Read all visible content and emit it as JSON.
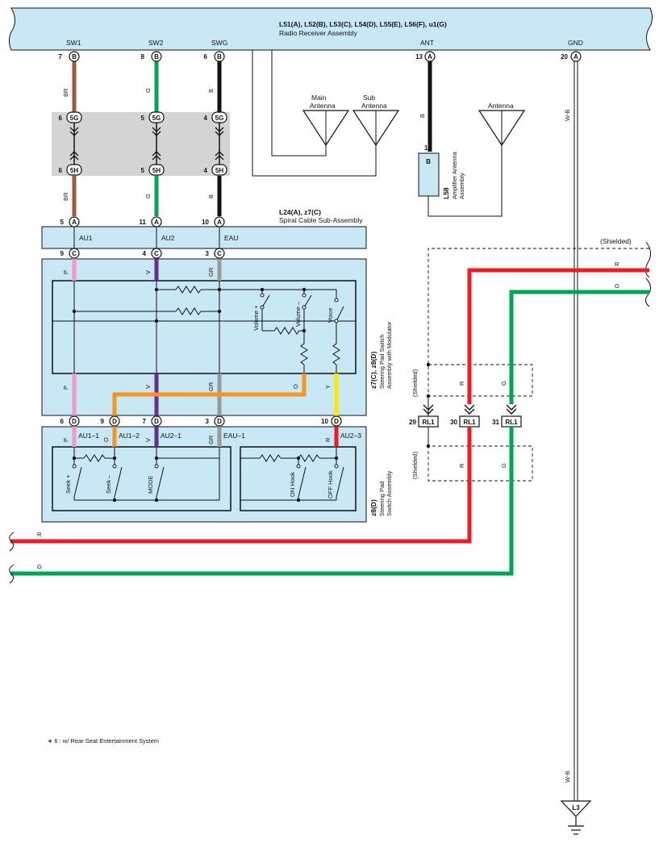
{
  "radio": {
    "connectors": "L51(A), L52(B), L53(C), L54(D), L55(E), L56(F), u1(G)",
    "name": "Radio Receiver Assembly",
    "terminals": [
      {
        "label": "SW1",
        "pin": "7",
        "conn": "B"
      },
      {
        "label": "SW2",
        "pin": "8",
        "conn": "B"
      },
      {
        "label": "SWG",
        "pin": "6",
        "conn": "B"
      },
      {
        "label": "ANT",
        "pin": "13",
        "conn": "A"
      },
      {
        "label": "GND",
        "pin": "20",
        "conn": "A"
      }
    ]
  },
  "junction": {
    "upper": [
      {
        "pin": "6",
        "conn": "5G"
      },
      {
        "pin": "5",
        "conn": "5G"
      },
      {
        "pin": "4",
        "conn": "5G"
      }
    ],
    "lower": [
      {
        "pin": "6",
        "conn": "5H"
      },
      {
        "pin": "5",
        "conn": "5H"
      },
      {
        "pin": "4",
        "conn": "5H"
      }
    ]
  },
  "wires": {
    "sw1_color": "BR",
    "sw2_color": "G",
    "swg_color": "B",
    "ant_color": "B",
    "gnd_color": "W-B",
    "p": "P",
    "v": "V",
    "gr": "GR",
    "o": "O",
    "y": "Y",
    "r": "R",
    "g": "G"
  },
  "colors": {
    "brown": "#9b5a3c",
    "green": "#00a651",
    "black": "#111111",
    "pink": "#f39ac4",
    "violet": "#6a2c91",
    "gray": "#9a9a9a",
    "orange": "#f7941d",
    "yellow": "#ffe600",
    "red": "#ed1c24",
    "block": "#c9e8f6",
    "junction": "#d4d4d4"
  },
  "antennas": {
    "main": [
      "Main",
      "Antenna"
    ],
    "sub": [
      "Sub",
      "Antenna"
    ],
    "other": "Antenna"
  },
  "amp": {
    "id": "L58",
    "name": [
      "Amplifier Antenna",
      "Assembly"
    ],
    "pin": "1",
    "conn": "B"
  },
  "spiral": {
    "connectors": "L24(A), z7(C)",
    "name": "Spiral Cable Sub-Assembly",
    "top_pins": [
      {
        "pin": "5",
        "conn": "A"
      },
      {
        "pin": "11",
        "conn": "A"
      },
      {
        "pin": "10",
        "conn": "A"
      }
    ],
    "labels": [
      "AU1",
      "AU2",
      "EAU"
    ],
    "bottom_pins": [
      {
        "pin": "9",
        "conn": "C"
      },
      {
        "pin": "4",
        "conn": "C"
      },
      {
        "pin": "3",
        "conn": "C"
      }
    ]
  },
  "modulator": {
    "id": "z7(C), z8(D)",
    "name": [
      "Steering Pad Switch",
      "Assembly with Modulator"
    ],
    "switches": [
      "Volume +",
      "Volume –",
      "Voice"
    ]
  },
  "pad": {
    "id": "z8(D)",
    "name": [
      "Steering Pad",
      "Switch Assembly"
    ],
    "pins": [
      {
        "pin": "6",
        "conn": "D"
      },
      {
        "pin": "9",
        "conn": "D"
      },
      {
        "pin": "7",
        "conn": "D"
      },
      {
        "pin": "3",
        "conn": "D"
      },
      {
        "pin": "10",
        "conn": "D"
      }
    ],
    "labels": [
      "AU1–1",
      "AU1–2",
      "AU2–1",
      "EAU–1",
      "AU2–3"
    ],
    "switches": [
      "Seek +",
      "Seek –",
      "MODE",
      "ON Hook",
      "OFF Hook"
    ]
  },
  "shield": {
    "label": "(Shielded)",
    "connectors": [
      {
        "pin": "29",
        "conn": "RL1"
      },
      {
        "pin": "30",
        "conn": "RL1"
      },
      {
        "pin": "31",
        "conn": "RL1"
      }
    ]
  },
  "ground": "L3",
  "footnote": "∗ 6 : w/ Rear Seat Entertainment System"
}
